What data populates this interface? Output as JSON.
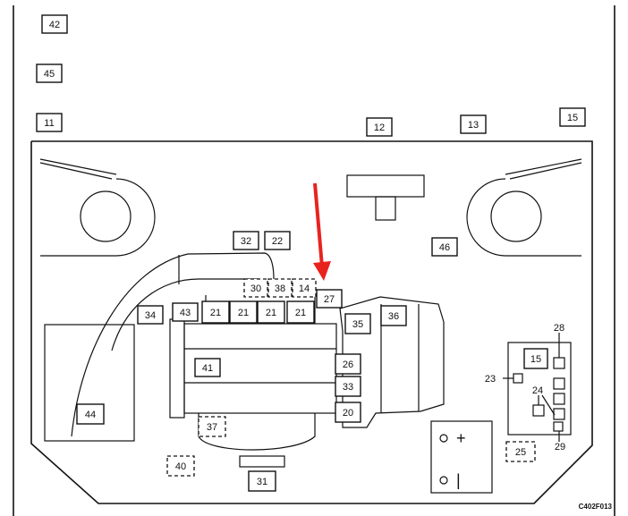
{
  "figure_code": "C402F013",
  "arrow_color": "#e8231e",
  "callouts": [
    {
      "id": "c42",
      "label": "42",
      "style": "solid"
    },
    {
      "id": "c45",
      "label": "45",
      "style": "solid"
    },
    {
      "id": "c11",
      "label": "11",
      "style": "solid"
    },
    {
      "id": "c12",
      "label": "12",
      "style": "solid"
    },
    {
      "id": "c13",
      "label": "13",
      "style": "solid"
    },
    {
      "id": "c15a",
      "label": "15",
      "style": "solid"
    },
    {
      "id": "c32",
      "label": "32",
      "style": "solid"
    },
    {
      "id": "c22",
      "label": "22",
      "style": "solid"
    },
    {
      "id": "c46",
      "label": "46",
      "style": "solid"
    },
    {
      "id": "c30",
      "label": "30",
      "style": "dashed"
    },
    {
      "id": "c38",
      "label": "38",
      "style": "dashed"
    },
    {
      "id": "c14",
      "label": "14",
      "style": "dashed"
    },
    {
      "id": "c27",
      "label": "27",
      "style": "solid"
    },
    {
      "id": "c34",
      "label": "34",
      "style": "solid"
    },
    {
      "id": "c43",
      "label": "43",
      "style": "solid"
    },
    {
      "id": "c21a",
      "label": "21",
      "style": "solid"
    },
    {
      "id": "c21b",
      "label": "21",
      "style": "solid"
    },
    {
      "id": "c21c",
      "label": "21",
      "style": "solid"
    },
    {
      "id": "c21d",
      "label": "21",
      "style": "solid"
    },
    {
      "id": "c35",
      "label": "35",
      "style": "solid"
    },
    {
      "id": "c36",
      "label": "36",
      "style": "solid"
    },
    {
      "id": "c41",
      "label": "41",
      "style": "solid"
    },
    {
      "id": "c26",
      "label": "26",
      "style": "solid"
    },
    {
      "id": "c33",
      "label": "33",
      "style": "solid"
    },
    {
      "id": "c20",
      "label": "20",
      "style": "solid"
    },
    {
      "id": "c44",
      "label": "44",
      "style": "solid"
    },
    {
      "id": "c37",
      "label": "37",
      "style": "dashed"
    },
    {
      "id": "c40",
      "label": "40",
      "style": "dashed"
    },
    {
      "id": "c31",
      "label": "31",
      "style": "solid"
    },
    {
      "id": "c15b",
      "label": "15",
      "style": "solid"
    },
    {
      "id": "c25",
      "label": "25",
      "style": "dashed"
    }
  ],
  "free_labels": [
    {
      "id": "l28",
      "label": "28"
    },
    {
      "id": "l23",
      "label": "23"
    },
    {
      "id": "l24",
      "label": "24"
    },
    {
      "id": "l29",
      "label": "29"
    }
  ],
  "battery_symbols": {
    "positive": "+",
    "negative": "|"
  }
}
